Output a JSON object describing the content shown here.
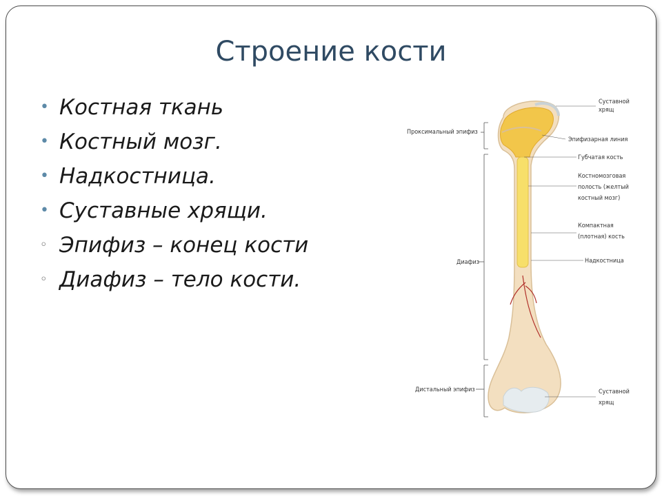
{
  "slide": {
    "title": "Строение кости",
    "bullets": [
      {
        "marker": "•",
        "text": "Костная ткань"
      },
      {
        "marker": "•",
        "text": "Костный мозг."
      },
      {
        "marker": "•",
        "text": "Надкостница."
      },
      {
        "marker": "•",
        "text": "Суставные хрящи."
      },
      {
        "marker": "◦",
        "text": " Эпифиз – конец кости"
      },
      {
        "marker": "◦",
        "text": "Диафиз – тело кости."
      }
    ]
  },
  "diagram": {
    "left_labels": {
      "proximal": "Проксимальный эпифиз",
      "diaphysis": "Диафиз",
      "distal": "Дистальный эпифиз"
    },
    "right_labels": {
      "cartilage_top_1": "Суставной",
      "cartilage_top_2": "хрящ",
      "epiphyseal_line": "Эпифизарная линия",
      "spongy": "Губчатая кость",
      "marrow_1": "Костномозговая",
      "marrow_2": "полость (желтый",
      "marrow_3": "костный мозг)",
      "compact_1": "Компактная",
      "compact_2": "(плотная) кость",
      "periosteum": "Надкостница",
      "cartilage_bottom_1": "Суставной",
      "cartilage_bottom_2": "хрящ"
    },
    "colors": {
      "bone": "#f3dfc0",
      "marrow": "#f7df6a",
      "spongy": "#f2c64a",
      "cartilage": "#e6ecef",
      "vessel": "#b0302a"
    }
  }
}
